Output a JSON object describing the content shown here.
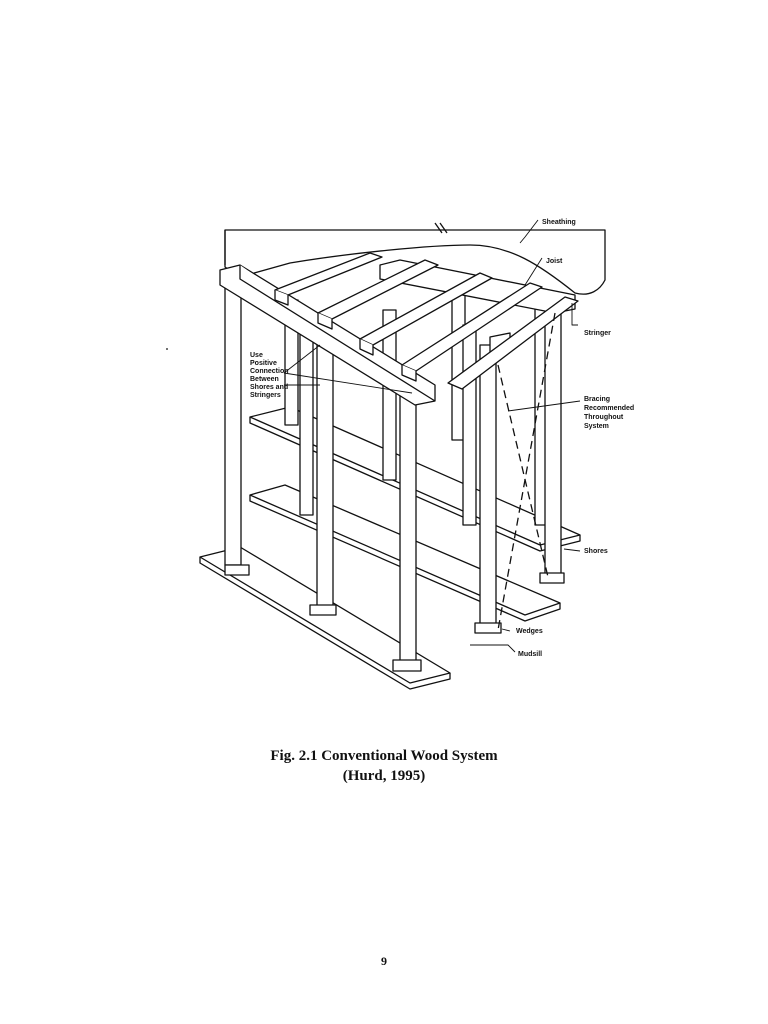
{
  "figure": {
    "labels": {
      "sheathing": "Sheathing",
      "joist": "Joist",
      "stringer": "Stringer",
      "bracing_1": "Bracing",
      "bracing_2": "Recommended",
      "bracing_3": "Throughout",
      "bracing_4": "System",
      "shores": "Shores",
      "wedges": "Wedges",
      "mudsill": "Mudsill",
      "use_1": "Use",
      "use_2": "Positive",
      "use_3": "Connection",
      "use_4": "Between",
      "use_5": "Shores and",
      "use_6": "Stringers"
    }
  },
  "caption": {
    "line1": "Fig. 2.1 Conventional Wood System",
    "line2": "(Hurd, 1995)"
  },
  "page_number": "9"
}
